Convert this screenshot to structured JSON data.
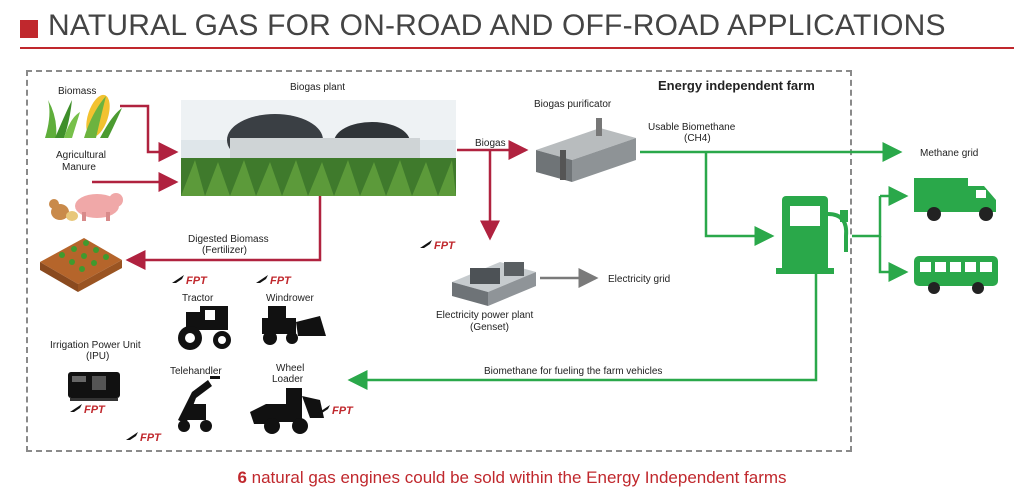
{
  "header": {
    "title": "NATURAL GAS FOR ON-ROAD AND OFF-ROAD APPLICATIONS"
  },
  "frame_label": "Energy independent  farm",
  "labels": {
    "biomass": "Biomass",
    "biogas_plant": "Biogas plant",
    "agri_manure_1": "Agricultural",
    "agri_manure_2": "Manure",
    "biogas": "Biogas",
    "biogas_purificator": "Biogas purificator",
    "usable_biomethane_1": "Usable Biomethane",
    "usable_biomethane_2": "(CH4)",
    "methane_grid": "Methane grid",
    "digested_1": "Digested Biomass",
    "digested_2": "(Fertilizer)",
    "electricity_grid": "Electricity grid",
    "power_plant_1": "Electricity power plant",
    "power_plant_2": "(Genset)",
    "tractor": "Tractor",
    "windrower": "Windrower",
    "ipu_1": "Irrigation Power Unit",
    "ipu_2": "(IPU)",
    "telehandler": "Telehandler",
    "wheel_1": "Wheel",
    "wheel_2": "Loader",
    "biomethane_fueling": "Biomethane  for fueling the farm vehicles"
  },
  "brand_logo": "FPT",
  "footer": {
    "count": "6",
    "text": " natural gas engines could be sold within the Energy Independent farms"
  },
  "colors": {
    "red": "#c0282d",
    "green": "#2aa84a",
    "gray_arrow": "#7a7a7a"
  }
}
